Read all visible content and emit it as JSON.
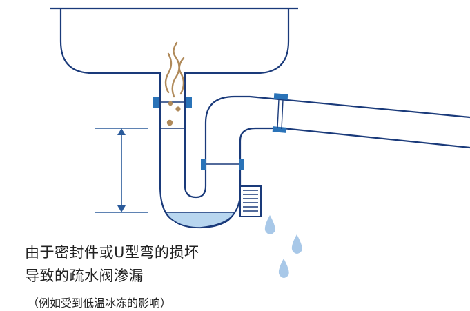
{
  "colors": {
    "pipe_stroke": "#1a3a7a",
    "fitting": "#2a73b8",
    "water": "#b8d6ef",
    "water_drops": "#a8c8e8",
    "odor_wisps": "#b08a5a",
    "dimension": "#2a5a9a",
    "caption_text": "#222222"
  },
  "icons": {
    "odor": "odor-wisps-icon",
    "water_drop": "water-drop-icon"
  },
  "caption": {
    "line1": "由于密封件或U型弯的损坏",
    "line2": "导致的疏水阀渗漏",
    "line3": "（例如受到低温冰冻的影响）"
  }
}
